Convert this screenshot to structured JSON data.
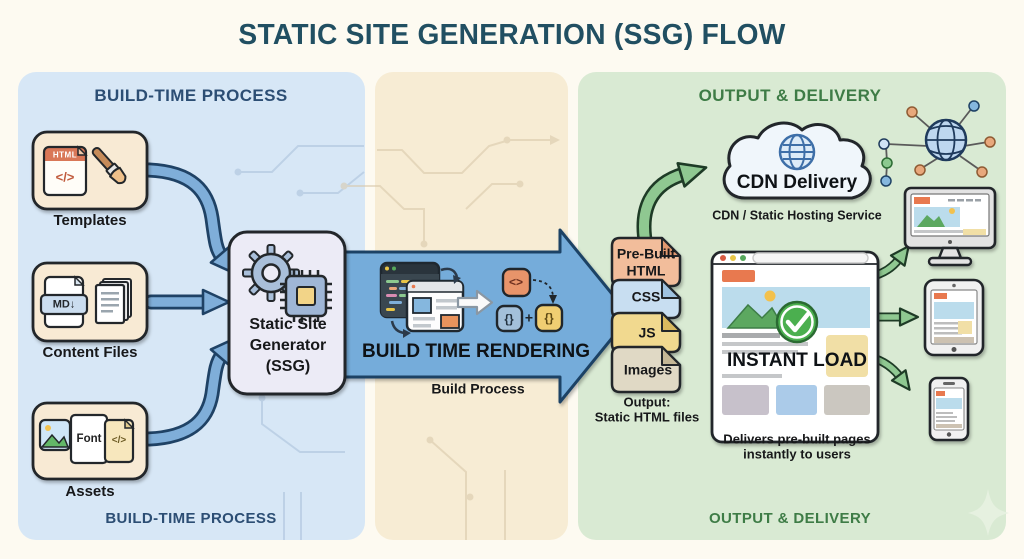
{
  "title": "STATIC SITE GENERATION (SSG) FLOW",
  "build_panel": {
    "header": "BUILD-TIME PROCESS",
    "footer": "BUILD-TIME PROCESS",
    "templates_label": "Templates",
    "templates_file_badge": "HTML",
    "templates_file_code": "</>",
    "content_label": "Content Files",
    "content_file_badge": "MD↓",
    "assets_label": "Assets",
    "assets_font_label": "Font",
    "assets_code_label": "</>",
    "ssg_label": "Static Site\nGenerator\n(SSG)"
  },
  "render_stage": {
    "arrow_title": "BUILD TIME RENDERING",
    "caption": "Build Process",
    "tag_icon": "<>",
    "braces_blue": "{}",
    "plus": "+",
    "braces_yellow": "{}"
  },
  "output_panel": {
    "header": "OUTPUT & DELIVERY",
    "footer": "OUTPUT & DELIVERY",
    "cdn_label": "CDN Delivery",
    "cdn_caption": "CDN / Static Hosting Service",
    "files": [
      "Pre-Built HTML",
      "CSS",
      "JS",
      "Images"
    ],
    "output_caption": "Output:\nStatic HTML files",
    "browser_label": "INSTANT LOAD",
    "browser_caption": "Delivers pre-built pages\ninstantly to users"
  },
  "colors": {
    "title": "#214F62",
    "panel_build_bg": "#D7E7F6",
    "panel_render_bg": "#F7ECD4",
    "panel_output_bg": "#D9EAD3",
    "arrow_blue": "#7FAED9",
    "arrow_blue_outline": "#1F4265",
    "arrow_green": "#8FC891",
    "arrow_green_outline": "#1E3B26",
    "file_html": "#F2BD9B",
    "file_css": "#C8DEF1",
    "file_js": "#F1D98F",
    "file_images": "#E0D9C5",
    "check_green": "#4CAF50"
  }
}
